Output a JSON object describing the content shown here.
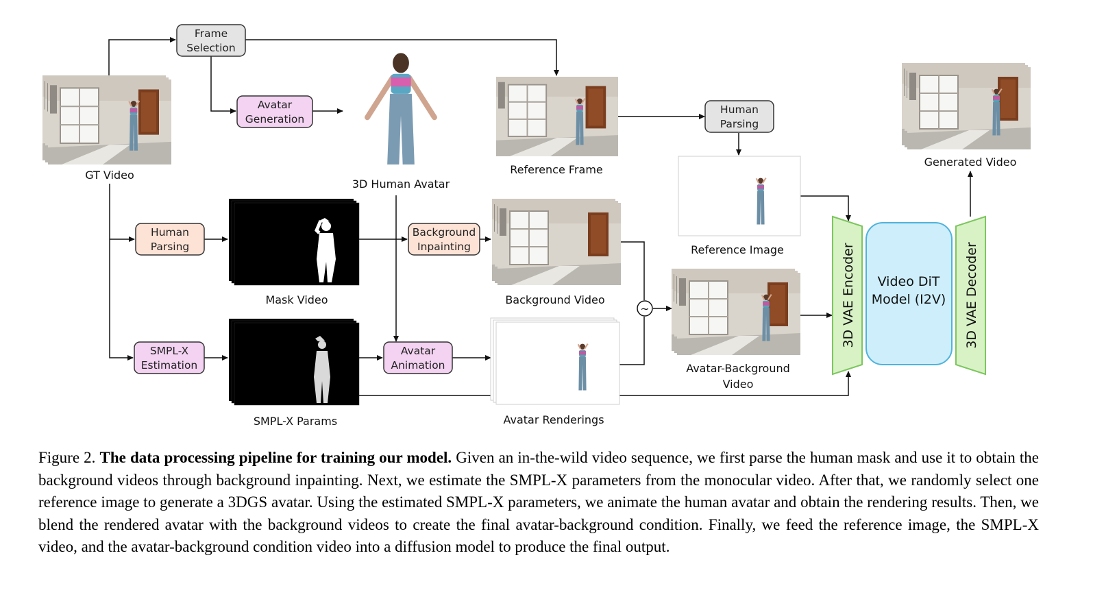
{
  "diagram": {
    "nodes": {
      "frame_selection": [
        "Frame",
        "Selection"
      ],
      "avatar_generation": [
        "Avatar",
        "Generation"
      ],
      "human_parsing_top": [
        "Human",
        "Parsing"
      ],
      "human_parsing_mid": [
        "Human",
        "Parsing"
      ],
      "background_inpainting": [
        "Background",
        "Inpainting"
      ],
      "smplx_estimation": [
        "SMPL-X",
        "Estimation"
      ],
      "avatar_animation": [
        "Avatar",
        "Animation"
      ],
      "vae_encoder": "3D VAE Encoder",
      "video_dit": [
        "Video DiT",
        "Model (I2V)"
      ],
      "vae_decoder": "3D VAE Decoder",
      "blend_symbol": "~"
    },
    "labels": {
      "gt_video": "GT Video",
      "human_avatar_3d": "3D Human Avatar",
      "reference_frame": "Reference Frame",
      "generated_video": "Generated Video",
      "reference_image": "Reference Image",
      "mask_video": "Mask Video",
      "background_video": "Background Video",
      "avatar_background_video": [
        "Avatar-Background",
        "Video"
      ],
      "smplx_params": "SMPL-X Params",
      "avatar_renderings": "Avatar Renderings"
    },
    "colors": {
      "gray_box": "#e4e4e4",
      "pink_box": "#f3d3f1",
      "peach_box": "#fde3d6",
      "green_trap": "#d8f2c6",
      "green_stroke": "#7cc65e",
      "blue_dit": "#cdeefa",
      "blue_stroke": "#4fb3dc"
    }
  },
  "caption": {
    "prefix": "Figure 2.",
    "title": "The data processing pipeline for training our model.",
    "body": "Given an in-the-wild video sequence, we first parse the human mask and use it to obtain the background videos through background inpainting. Next, we estimate the SMPL-X parameters from the monocular video. After that, we randomly select one reference image to generate a 3DGS avatar. Using the estimated SMPL-X parameters, we animate the human avatar and obtain the rendering results. Then, we blend the rendered avatar with the background videos to create the final avatar-background condition. Finally, we feed the reference image, the SMPL-X video, and the avatar-background condition video into a diffusion model to produce the final output."
  }
}
